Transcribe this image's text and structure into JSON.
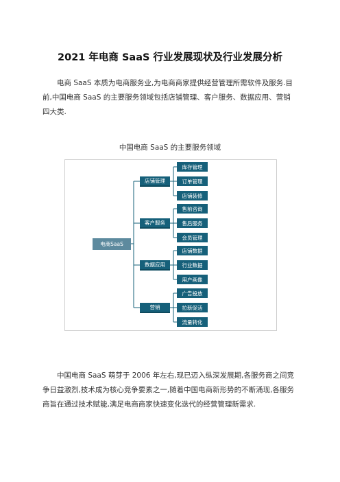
{
  "title": "2021 年电商 SaaS 行业发展现状及行业发展分析",
  "paragraph1": "电商 SaaS 本质为电商服务业,为电商商家提供经营管理所需软件及服务.目前,中国电商 SaaS 的主要服务领域包括店铺管理、客户服务、数据应用、营销四大类.",
  "diagram_caption": "中国电商 SaaS 的主要服务领域",
  "diagram": {
    "root": "电商SaaS",
    "branches": [
      {
        "label": "店铺管理",
        "children": [
          "库存管理",
          "订单管理",
          "店铺装修"
        ]
      },
      {
        "label": "客户服务",
        "children": [
          "售前咨询",
          "售后服务",
          "会员管理"
        ]
      },
      {
        "label": "数据应用",
        "children": [
          "店铺数据",
          "行业数据",
          "用户画像"
        ]
      },
      {
        "label": "营销",
        "children": [
          "广告投放",
          "拉新促活",
          "流量转化"
        ]
      }
    ]
  },
  "paragraph2": "中国电商 SaaS 萌芽于 2006 年左右,现已迈入纵深发展期,各服务商之间竞争日益激烈,技术成为核心竞争要素之一,随着中国电商新形势的不断涌现,各服务商旨在通过技术赋能,满足电商商家快速变化迭代的经营管理新需求."
}
